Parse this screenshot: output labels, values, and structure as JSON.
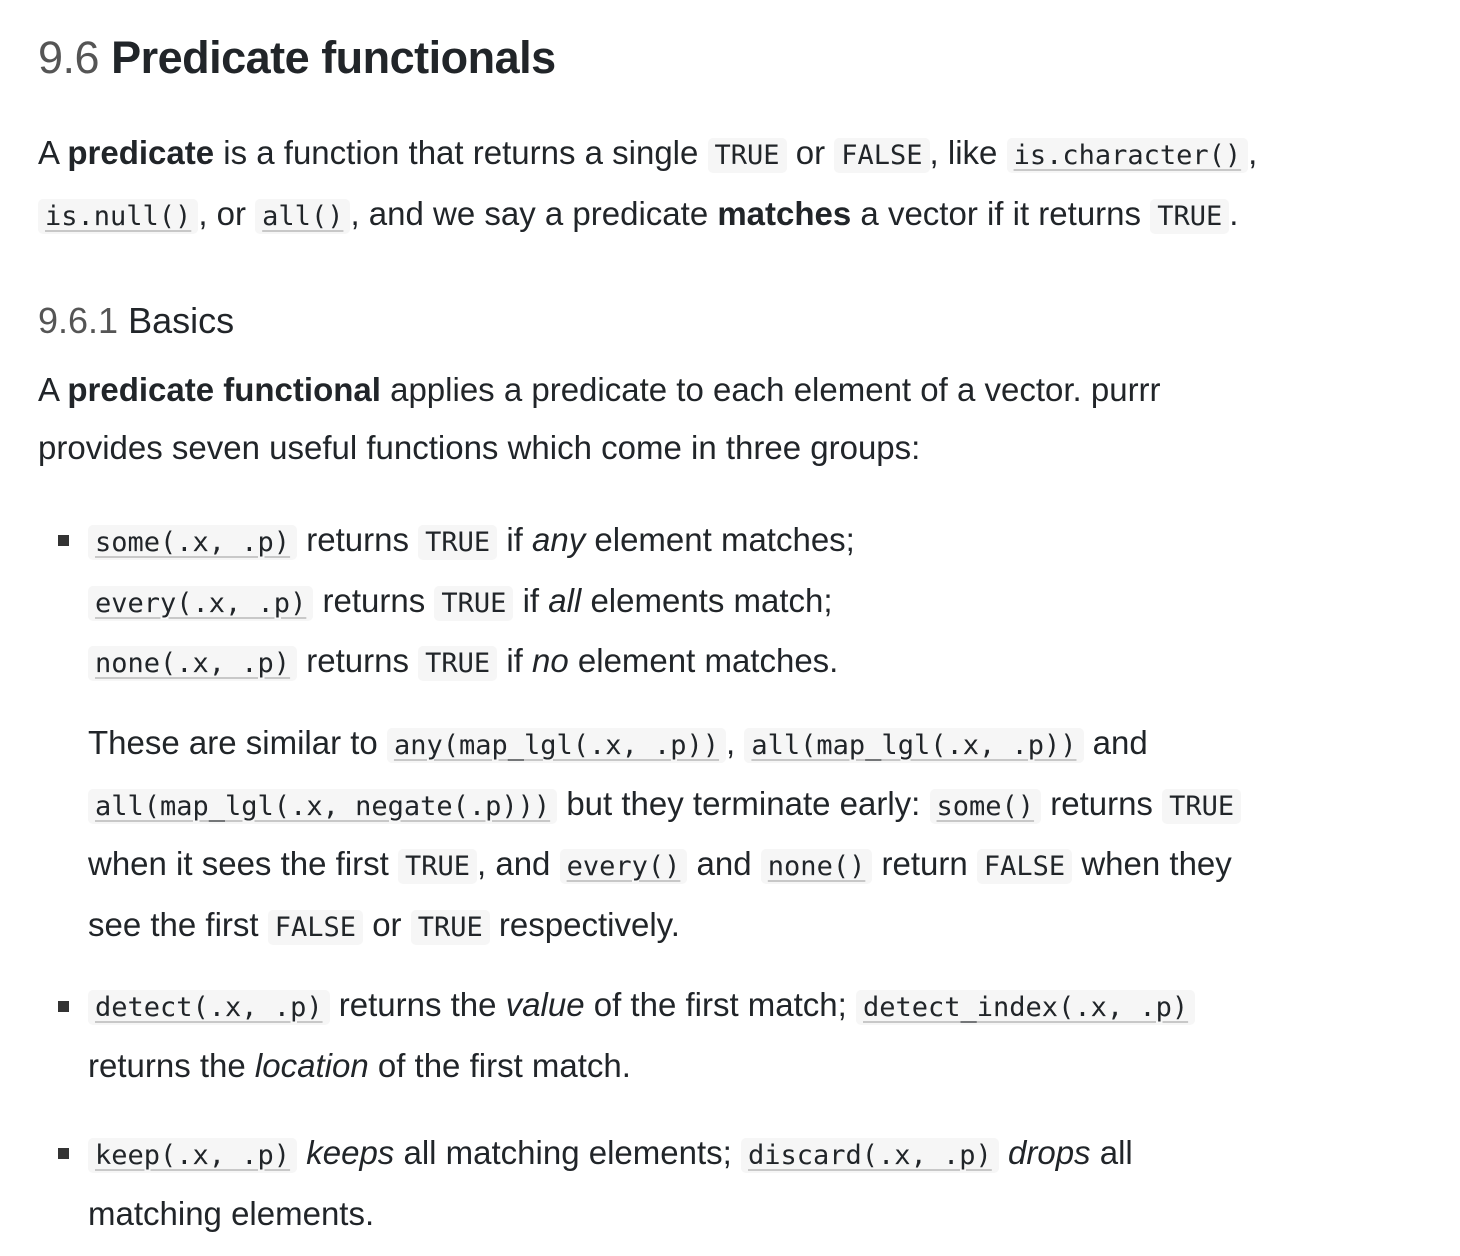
{
  "heading": {
    "number": "9.6",
    "title": "Predicate functionals"
  },
  "subheading": {
    "number": "9.6.1",
    "title": "Basics"
  },
  "paragraphs": {
    "intro": [
      {
        "t": "t",
        "v": "A "
      },
      {
        "t": "b",
        "v": "predicate"
      },
      {
        "t": "t",
        "v": " is a function that returns a single "
      },
      {
        "t": "c",
        "v": "TRUE"
      },
      {
        "t": "t",
        "v": " or "
      },
      {
        "t": "c",
        "v": "FALSE"
      },
      {
        "t": "t",
        "v": ", like "
      },
      {
        "t": "l",
        "v": "is.character()"
      },
      {
        "t": "t",
        "v": ","
      },
      {
        "t": "br"
      },
      {
        "t": "l",
        "v": "is.null()"
      },
      {
        "t": "t",
        "v": ", or "
      },
      {
        "t": "l",
        "v": "all()"
      },
      {
        "t": "t",
        "v": ", and we say a predicate "
      },
      {
        "t": "b",
        "v": "matches"
      },
      {
        "t": "t",
        "v": " a vector if it returns "
      },
      {
        "t": "c",
        "v": "TRUE"
      },
      {
        "t": "t",
        "v": "."
      }
    ],
    "basics": [
      {
        "t": "t",
        "v": "A "
      },
      {
        "t": "b",
        "v": "predicate functional"
      },
      {
        "t": "t",
        "v": " applies a predicate to each element of a vector. purrr"
      },
      {
        "t": "br"
      },
      {
        "t": "t",
        "v": "provides seven useful functions which come in three groups:"
      }
    ],
    "item1": [
      {
        "t": "l",
        "v": "some(.x, .p)"
      },
      {
        "t": "t",
        "v": " returns "
      },
      {
        "t": "c",
        "v": "TRUE"
      },
      {
        "t": "t",
        "v": " if "
      },
      {
        "t": "i",
        "v": "any"
      },
      {
        "t": "t",
        "v": " element matches;"
      },
      {
        "t": "br"
      },
      {
        "t": "l",
        "v": "every(.x, .p)"
      },
      {
        "t": "t",
        "v": " returns "
      },
      {
        "t": "c",
        "v": "TRUE"
      },
      {
        "t": "t",
        "v": " if "
      },
      {
        "t": "i",
        "v": "all"
      },
      {
        "t": "t",
        "v": " elements match;"
      },
      {
        "t": "br"
      },
      {
        "t": "l",
        "v": "none(.x, .p)"
      },
      {
        "t": "t",
        "v": " returns "
      },
      {
        "t": "c",
        "v": "TRUE"
      },
      {
        "t": "t",
        "v": " if "
      },
      {
        "t": "i",
        "v": "no"
      },
      {
        "t": "t",
        "v": " element matches."
      }
    ],
    "item1_note": [
      {
        "t": "t",
        "v": "These are similar to "
      },
      {
        "t": "l",
        "v": "any(map_lgl(.x, .p))"
      },
      {
        "t": "t",
        "v": ", "
      },
      {
        "t": "l",
        "v": "all(map_lgl(.x, .p))"
      },
      {
        "t": "t",
        "v": " and"
      },
      {
        "t": "br"
      },
      {
        "t": "l",
        "v": "all(map_lgl(.x, negate(.p)))"
      },
      {
        "t": "t",
        "v": " but they terminate early: "
      },
      {
        "t": "l",
        "v": "some()"
      },
      {
        "t": "t",
        "v": " returns "
      },
      {
        "t": "c",
        "v": "TRUE"
      },
      {
        "t": "br"
      },
      {
        "t": "t",
        "v": "when it sees the first "
      },
      {
        "t": "c",
        "v": "TRUE"
      },
      {
        "t": "t",
        "v": ", and "
      },
      {
        "t": "l",
        "v": "every()"
      },
      {
        "t": "t",
        "v": " and "
      },
      {
        "t": "l",
        "v": "none()"
      },
      {
        "t": "t",
        "v": " return "
      },
      {
        "t": "c",
        "v": "FALSE"
      },
      {
        "t": "t",
        "v": " when they"
      },
      {
        "t": "br"
      },
      {
        "t": "t",
        "v": "see the first "
      },
      {
        "t": "c",
        "v": "FALSE"
      },
      {
        "t": "t",
        "v": " or "
      },
      {
        "t": "c",
        "v": "TRUE"
      },
      {
        "t": "t",
        "v": " respectively."
      }
    ],
    "item2": [
      {
        "t": "l",
        "v": "detect(.x, .p)"
      },
      {
        "t": "t",
        "v": " returns the "
      },
      {
        "t": "i",
        "v": "value"
      },
      {
        "t": "t",
        "v": " of the first match; "
      },
      {
        "t": "l",
        "v": "detect_index(.x, .p)"
      },
      {
        "t": "br"
      },
      {
        "t": "t",
        "v": "returns the "
      },
      {
        "t": "i",
        "v": "location"
      },
      {
        "t": "t",
        "v": " of the first match."
      }
    ],
    "item3": [
      {
        "t": "l",
        "v": "keep(.x, .p)"
      },
      {
        "t": "t",
        "v": " "
      },
      {
        "t": "i",
        "v": "keeps"
      },
      {
        "t": "t",
        "v": " all matching elements; "
      },
      {
        "t": "l",
        "v": "discard(.x, .p)"
      },
      {
        "t": "t",
        "v": " "
      },
      {
        "t": "i",
        "v": "drops"
      },
      {
        "t": "t",
        "v": " all"
      },
      {
        "t": "br"
      },
      {
        "t": "t",
        "v": "matching elements."
      }
    ]
  }
}
